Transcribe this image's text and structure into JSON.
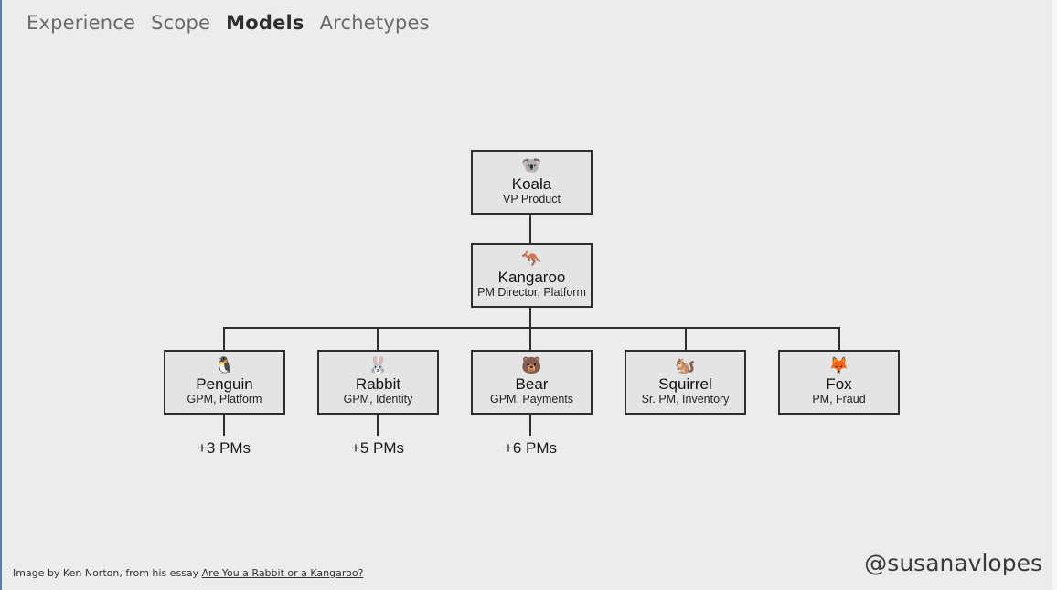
{
  "nav": {
    "tabs": [
      {
        "label": "Experience",
        "active": false
      },
      {
        "label": "Scope",
        "active": false
      },
      {
        "label": "Models",
        "active": true
      },
      {
        "label": "Archetypes",
        "active": false
      }
    ]
  },
  "org": {
    "vp": {
      "icon": "koala-icon",
      "emoji": "🐨",
      "name": "Koala",
      "role": "VP Product"
    },
    "director": {
      "icon": "kangaroo-icon",
      "emoji": "🦘",
      "name": "Kangaroo",
      "role": "PM Director, Platform"
    },
    "reports": [
      {
        "icon": "penguin-icon",
        "emoji": "🐧",
        "name": "Penguin",
        "role": "GPM, Platform",
        "team": "+3 PMs"
      },
      {
        "icon": "rabbit-icon",
        "emoji": "🐰",
        "name": "Rabbit",
        "role": "GPM, Identity",
        "team": "+5 PMs"
      },
      {
        "icon": "bear-icon",
        "emoji": "🐻",
        "name": "Bear",
        "role": "GPM, Payments",
        "team": "+6 PMs"
      },
      {
        "icon": "squirrel-icon",
        "emoji": "🐿️",
        "name": "Squirrel",
        "role": "Sr. PM, Inventory"
      },
      {
        "icon": "fox-icon",
        "emoji": "🦊",
        "name": "Fox",
        "role": "PM, Fraud"
      }
    ]
  },
  "footer": {
    "credit_prefix": "Image by Ken Norton, from his essay ",
    "credit_link": "Are You a Rabbit or a Kangaroo?",
    "handle": "@susanavlopes"
  }
}
